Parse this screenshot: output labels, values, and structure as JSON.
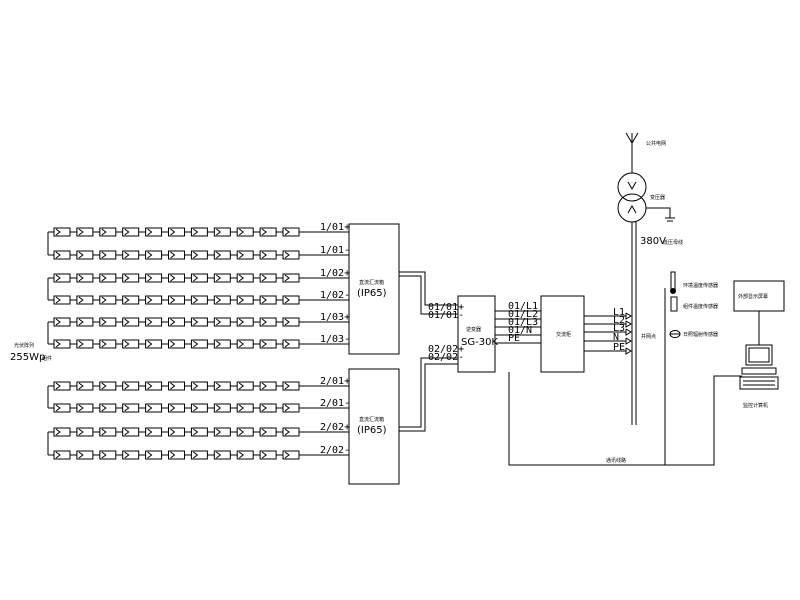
{
  "pv_array": {
    "label_cn": "光伏阵列",
    "label_power": "255Wp",
    "label_suffix": "组件"
  },
  "combiner_boxes": [
    {
      "title": "直流汇流箱",
      "rating": "(IP65)"
    },
    {
      "title": "直流汇流箱",
      "rating": "(IP65)"
    }
  ],
  "string_labels": [
    "1/01+",
    "1/01-",
    "1/02+",
    "1/02-",
    "1/03+",
    "1/03-",
    "2/01+",
    "2/01-",
    "2/02+",
    "2/02-"
  ],
  "inverter": {
    "title": "逆变器",
    "model": "SG-30K",
    "in_labels": [
      "01/01+",
      "01/01-",
      "02/02+",
      "02/02-"
    ],
    "out_labels": [
      "01/L1",
      "01/L2",
      "01/L3",
      "01/N",
      "PE"
    ]
  },
  "ac_cabinet": {
    "title": "交流柜"
  },
  "grid": {
    "label_network": "公共电网",
    "label_transformer": "变压器",
    "label_voltage": "380V",
    "label_voltage_suffix": "低压母线",
    "phase_labels": [
      "L1",
      "L2",
      "L3",
      "N",
      "PE"
    ],
    "label_connection": "并网点"
  },
  "monitoring": {
    "sensors": [
      "环境温度传感器",
      "组件温度传感器",
      "日照辐射传感器"
    ],
    "display": "外部显示屏幕",
    "computer": "监控计算机",
    "comm_line": "通讯线路"
  }
}
